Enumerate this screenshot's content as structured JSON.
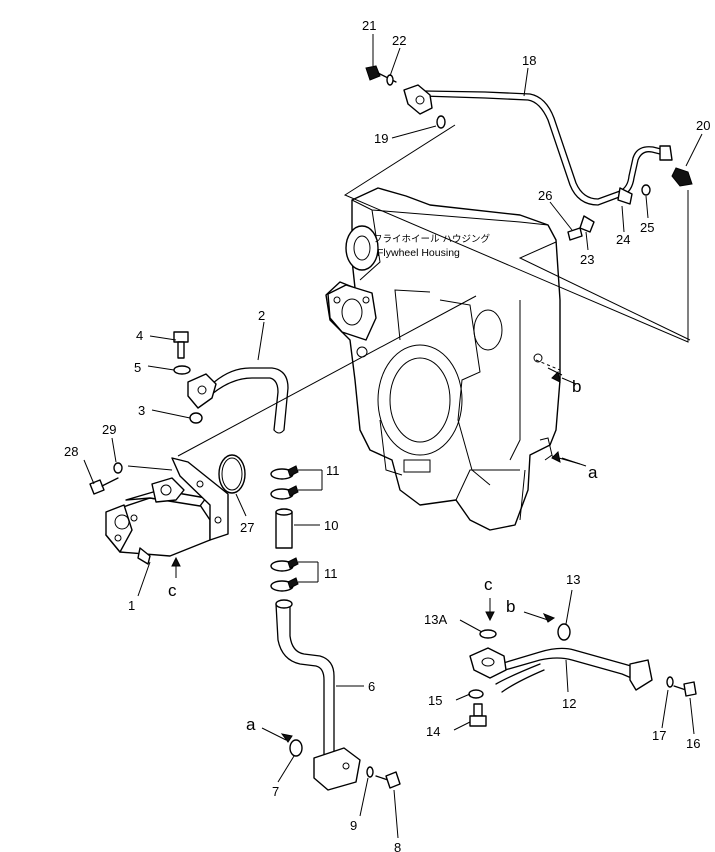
{
  "housing": {
    "label_jp": "フライホイール ハウジング",
    "label_en": "Flywheel Housing"
  },
  "callouts": {
    "n1": "1",
    "n2": "2",
    "n3": "3",
    "n4": "4",
    "n5": "5",
    "n6": "6",
    "n7": "7",
    "n8": "8",
    "n9": "9",
    "n10": "10",
    "n11a": "11",
    "n11b": "11",
    "n12": "12",
    "n13": "13",
    "n13a": "13A",
    "n14": "14",
    "n15": "15",
    "n16": "16",
    "n17": "17",
    "n18": "18",
    "n19": "19",
    "n20": "20",
    "n21": "21",
    "n22": "22",
    "n23": "23",
    "n24": "24",
    "n25": "25",
    "n26": "26",
    "n27": "27",
    "n28": "28",
    "n29": "29"
  },
  "refs": {
    "a1": "a",
    "a2": "a",
    "b1": "b",
    "b2": "b",
    "c1": "c",
    "c2": "c"
  }
}
